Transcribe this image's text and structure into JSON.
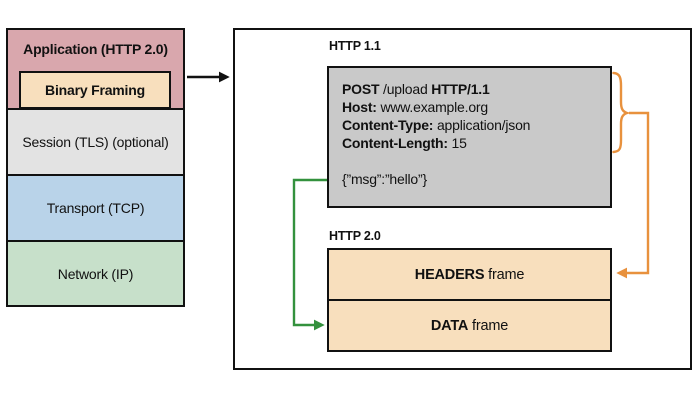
{
  "diagram": {
    "stack": {
      "application": "Application (HTTP 2.0)",
      "binary_framing": "Binary Framing",
      "session": "Session (TLS) (optional)",
      "transport": "Transport (TCP)",
      "network": "Network (IP)"
    },
    "http11": {
      "label": "HTTP 1.1",
      "request_line": {
        "method": "POST",
        "path": " /upload ",
        "version": "HTTP/1.1"
      },
      "headers": [
        {
          "key": "Host:",
          "value": " www.example.org"
        },
        {
          "key": "Content-Type:",
          "value": " application/json"
        },
        {
          "key": "Content-Length:",
          "value": " 15"
        }
      ],
      "body": "{”msg”:”hello”}"
    },
    "http20": {
      "label": "HTTP 2.0",
      "frames": [
        {
          "bold": "HEADERS",
          "rest": " frame"
        },
        {
          "bold": "DATA",
          "rest": " frame"
        }
      ]
    },
    "colors": {
      "application_fill": "#d9a7ad",
      "binary_framing_fill": "#f8dfbd",
      "session_fill": "#e3e3e3",
      "transport_fill": "#b9d3e9",
      "network_fill": "#c7e0ca",
      "request_fill": "#c9c9c9",
      "frame_fill": "#f8dfbd",
      "headers_arrow_orange": "#e8913d",
      "data_arrow_green": "#33913d",
      "line_black": "#111111"
    }
  }
}
